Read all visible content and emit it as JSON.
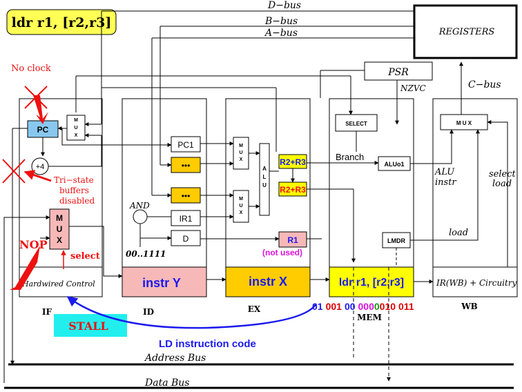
{
  "title": "ldr r1, [r2,r3]",
  "buses": {
    "d_bus": "D−bus",
    "b_bus": "B−bus",
    "a_bus": "A−bus",
    "c_bus": "C−bus",
    "address_bus": "Address Bus",
    "data_bus": "Data Bus"
  },
  "registers": "REGISTERS",
  "psr": {
    "label": "PSR",
    "flags": "NZVC"
  },
  "stages": {
    "if": {
      "label": "IF",
      "pc": "PC",
      "plus4": "+4",
      "mux": "M U X",
      "nop_mux": "M U X",
      "hardwired": "Hardwired Control"
    },
    "id": {
      "label": "ID",
      "pc1": "PC1",
      "dots1": "•••",
      "dots2": "•••",
      "ir1": "IR1",
      "d": "D",
      "and": "AND",
      "ones": "00..1111",
      "instr": "instr Y"
    },
    "ex": {
      "label": "EX",
      "mux1": "M U X",
      "mux2": "M U X",
      "alu": "A L U",
      "r2r3_top": "R2+R3",
      "r2r3_bot": "R2+R3",
      "r1": "R1",
      "not_used": "(not used)",
      "instr": "instr X"
    },
    "mem": {
      "label": "MEM",
      "select": "SELECT",
      "branch": "Branch",
      "aluo1": "ALUo1",
      "lmdr": "LMDR",
      "instr": "ldr r1, [r2,r3]"
    },
    "wb": {
      "label": "WB",
      "mux": "M U X",
      "alu_instr": "ALU instr",
      "select_load": "select load",
      "load": "load",
      "ir": "IR(WB) + Circuitry"
    }
  },
  "annotations": {
    "no_clock": "No clock",
    "tristate": "Tri−state buffers disabled",
    "nop": "NOP",
    "select": "select",
    "stall": "STALL",
    "ld_code": "LD instruction code"
  },
  "instr_code": [
    {
      "text": "01",
      "color": "#1a1aee"
    },
    {
      "text": "001",
      "color": "#dd0000"
    },
    {
      "text": "00",
      "color": "#1a1aee"
    },
    {
      "text": "000",
      "color": "#dd11dd"
    },
    {
      "text": "0",
      "color": "#119911"
    },
    {
      "text": "010",
      "color": "#dd0000"
    },
    {
      "text": "011",
      "color": "#dd0000"
    }
  ],
  "colors": {
    "title_bg": "#ffff55",
    "pc_fill": "#88c8f0",
    "pink": "#f7b8b8",
    "gold": "#ffcc00",
    "yellow": "#ffff00",
    "cyan": "#22eeee",
    "red": "#ee1111",
    "blue": "#1a1aee",
    "magenta": "#dd11dd"
  }
}
